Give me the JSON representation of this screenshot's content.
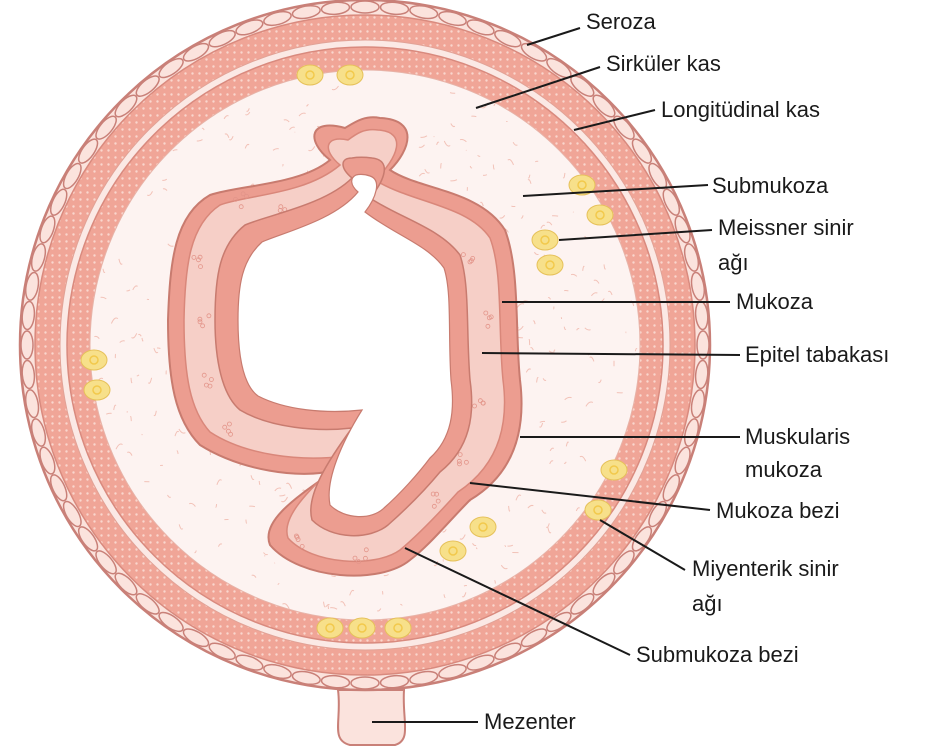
{
  "labels": {
    "seroza": "Seroza",
    "sirkuler_kas": "Sirküler kas",
    "longitudinal_kas": "Longitüdinal kas",
    "submukoza": "Submukoza",
    "meissner_line1": "Meissner sinir",
    "meissner_line2": "ağı",
    "mukoza": "Mukoza",
    "epitel": "Epitel tabakası",
    "muskularis_line1": "Muskularis",
    "muskularis_line2": "mukoza",
    "mukoza_bezi": "Mukoza bezi",
    "miyenterik_line1": "Miyenterik sinir",
    "miyenterik_line2": "ağı",
    "submukoza_bezi": "Submukoza bezi",
    "mezenter": "Mezenter"
  },
  "colors": {
    "serosa_fill": "#fbe3dd",
    "serosa_stroke": "#c98078",
    "muscle": "#f0a597",
    "muscle_dots": "#f9d6cd",
    "submucosa": "#fdf3f1",
    "fiber": "#f2c2b8",
    "mucosa_band": "#ec9d90",
    "mucosa_inner": "#f6cfc7",
    "lumen": "#ffffff",
    "ganglion": "#f7e08a",
    "ganglion_core": "#f2c94c",
    "leader": "#1a1a1a"
  }
}
